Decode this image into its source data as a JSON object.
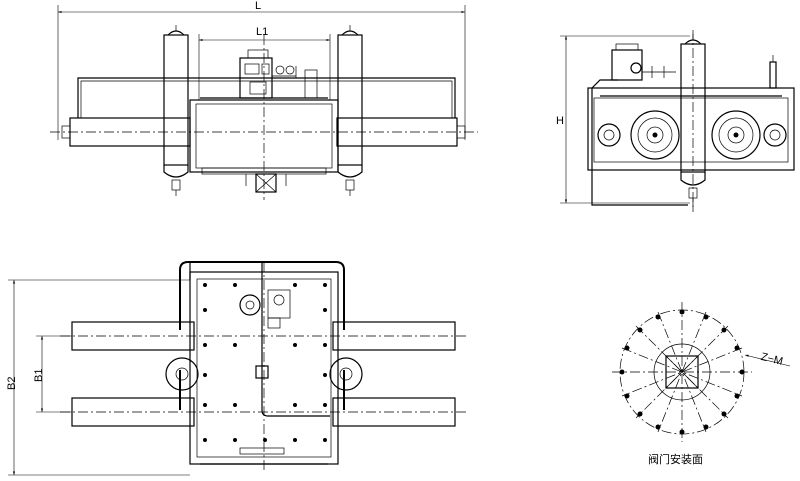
{
  "dimensions": {
    "overall_length": "L",
    "length_1": "L1",
    "height": "H",
    "width_2": "B2",
    "width_1": "B1"
  },
  "valve_face": {
    "caption": "阀门安装面",
    "section": "Z−M"
  }
}
